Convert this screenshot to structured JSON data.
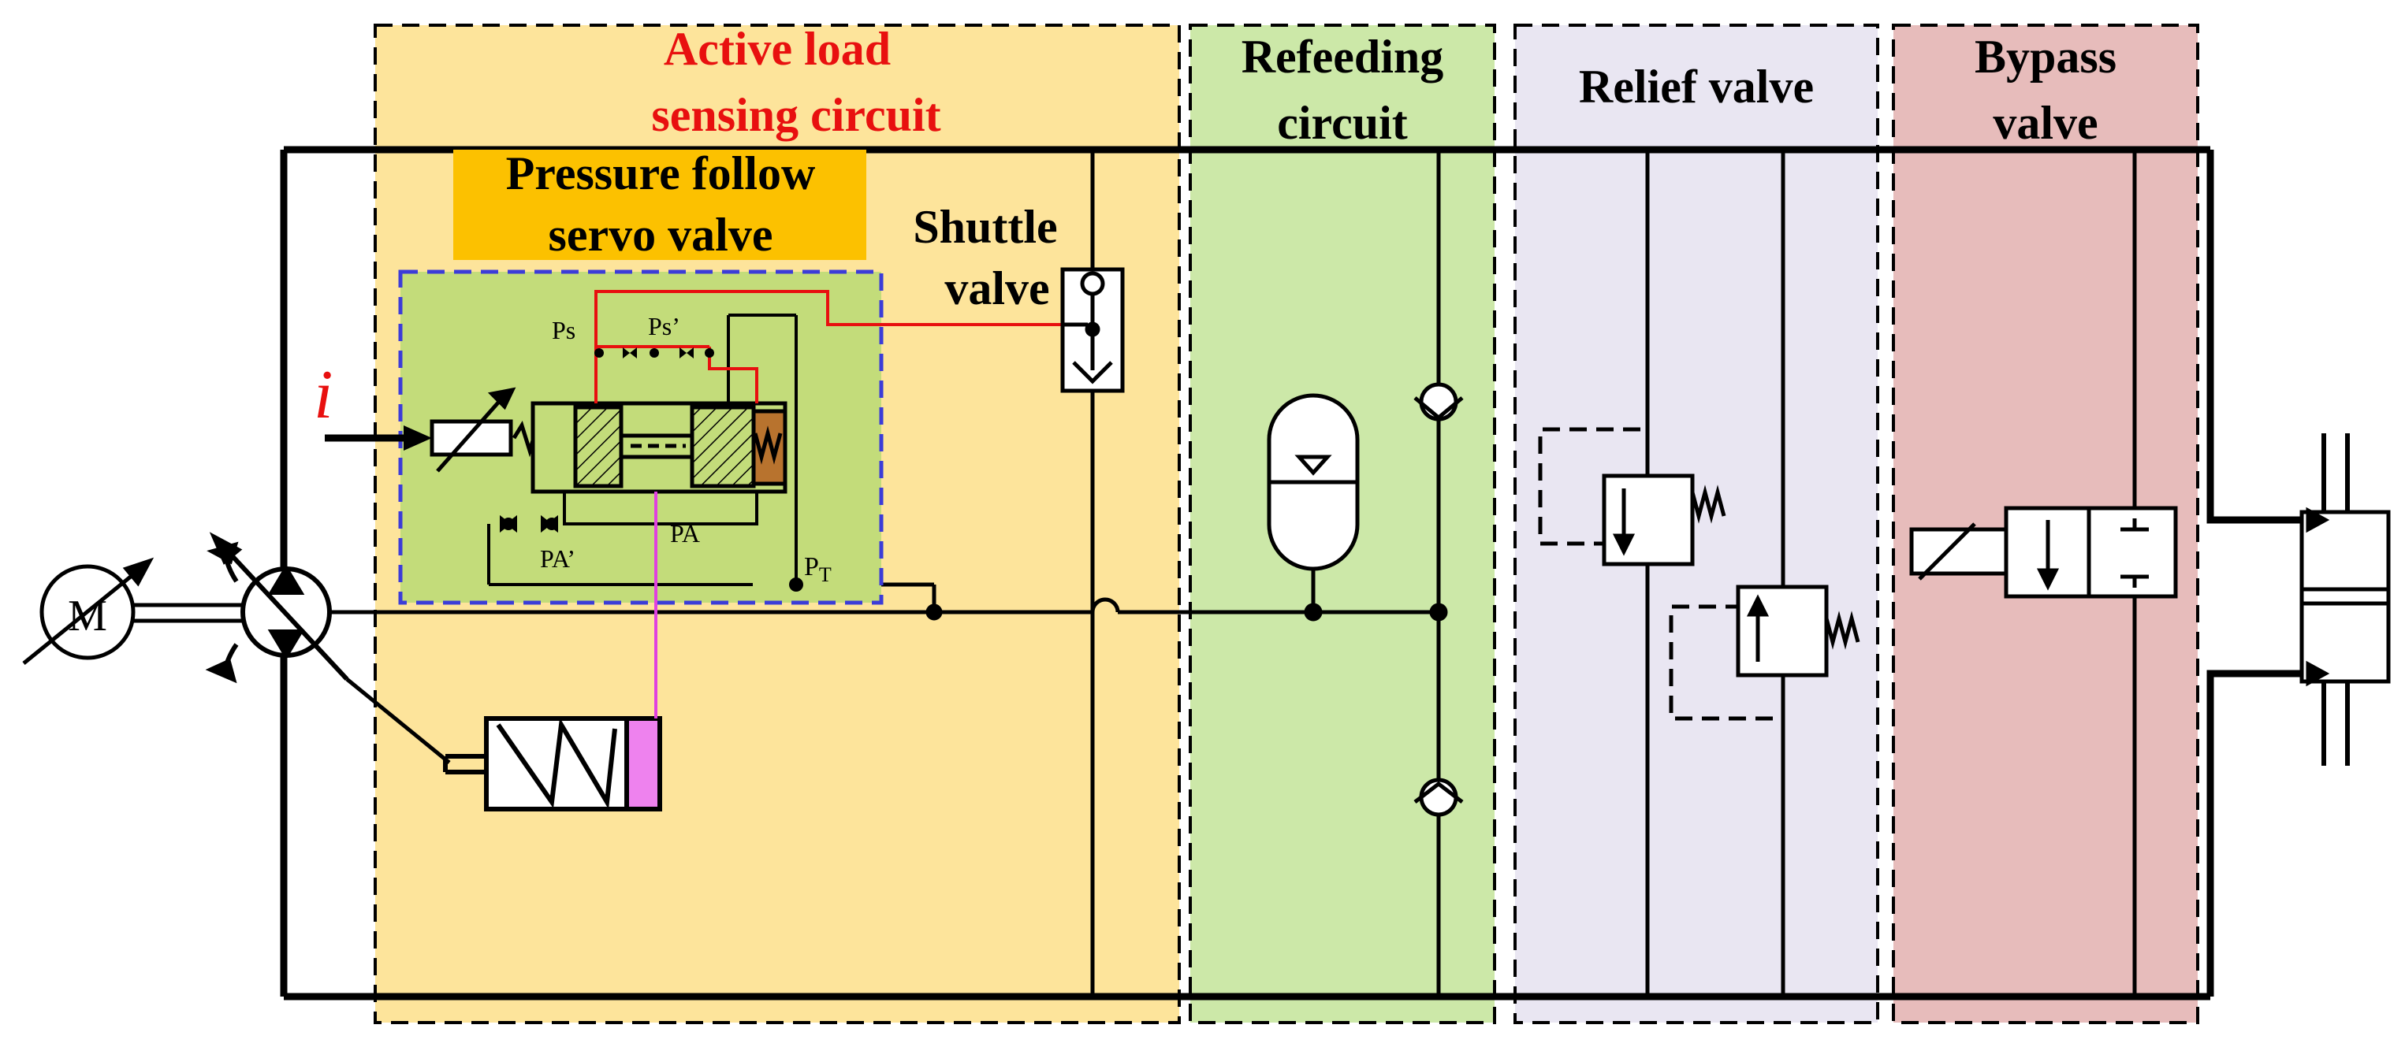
{
  "regions": {
    "active_load": {
      "title_line1": "Active load",
      "title_line2": "sensing circuit",
      "title_color": "#e8100f",
      "fill": "#fde49b"
    },
    "refeeding": {
      "title_line1": "Refeeding",
      "title_line2": "circuit",
      "fill": "#cce8a8"
    },
    "relief": {
      "title": "Relief valve",
      "fill": "#e9e6f2"
    },
    "bypass": {
      "title_line1": "Bypass",
      "title_line2": "valve",
      "fill": "#e7bcbb"
    }
  },
  "servo": {
    "title_line1": "Pressure follow",
    "title_line2": "servo valve",
    "title_bg": "#fcc100",
    "box_fill": "#c3dc7a",
    "box_border": "#3c3cd8"
  },
  "shuttle": {
    "line1": "Shuttle",
    "line2": "valve"
  },
  "ports": {
    "ps": "Ps",
    "ps_prime": "Ps’",
    "pa": "PA",
    "pa_prime": "PA’",
    "pt": "P",
    "pt_sub": "T"
  },
  "signal": {
    "label": "i",
    "color": "#e8100f"
  },
  "motor": {
    "label": "M"
  },
  "colors": {
    "pressure_line": "#e8100f",
    "control_line": "#e040e0",
    "spring_cap": "#b8732e",
    "piston_pink": "#ee82ee"
  }
}
